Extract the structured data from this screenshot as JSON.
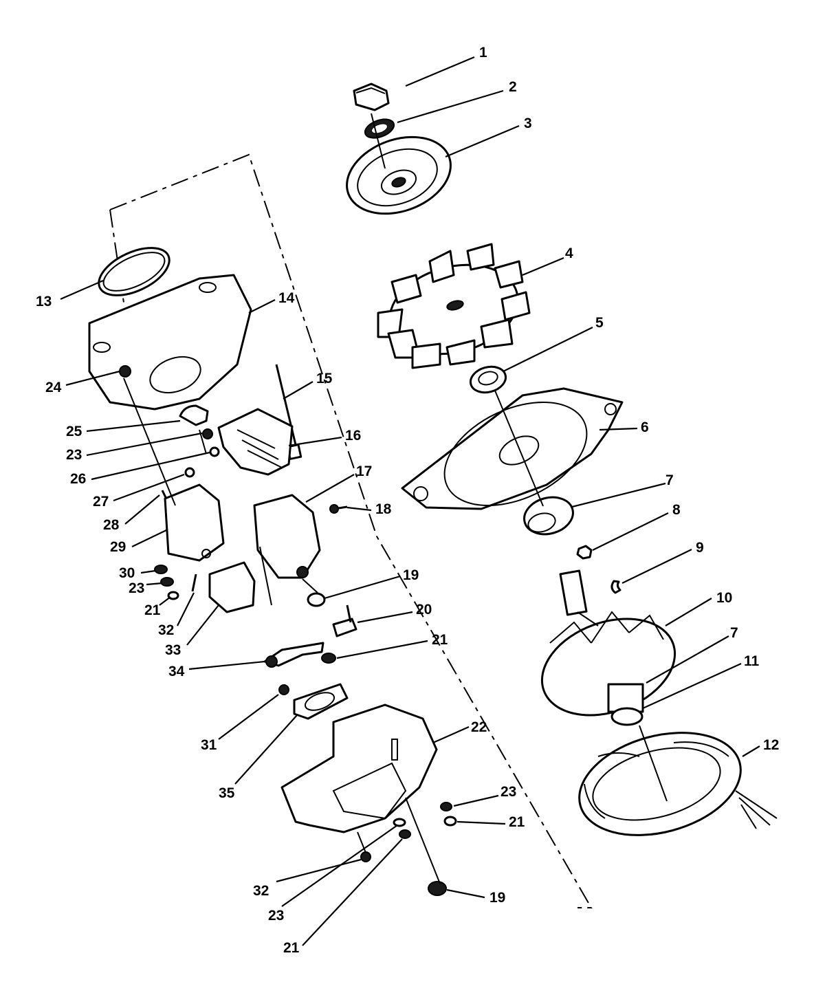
{
  "diagram": {
    "callouts": [
      {
        "id": "c1",
        "label": "1"
      },
      {
        "id": "c2",
        "label": "2"
      },
      {
        "id": "c3",
        "label": "3"
      },
      {
        "id": "c4",
        "label": "4"
      },
      {
        "id": "c5",
        "label": "5"
      },
      {
        "id": "c6",
        "label": "6"
      },
      {
        "id": "c7a",
        "label": "7"
      },
      {
        "id": "c8",
        "label": "8"
      },
      {
        "id": "c9",
        "label": "9"
      },
      {
        "id": "c10",
        "label": "10"
      },
      {
        "id": "c7b",
        "label": "7"
      },
      {
        "id": "c11",
        "label": "11"
      },
      {
        "id": "c12",
        "label": "12"
      },
      {
        "id": "c13",
        "label": "13"
      },
      {
        "id": "c14",
        "label": "14"
      },
      {
        "id": "c15",
        "label": "15"
      },
      {
        "id": "c16",
        "label": "16"
      },
      {
        "id": "c17",
        "label": "17"
      },
      {
        "id": "c18",
        "label": "18"
      },
      {
        "id": "c19a",
        "label": "19"
      },
      {
        "id": "c20",
        "label": "20"
      },
      {
        "id": "c21a",
        "label": "21"
      },
      {
        "id": "c22",
        "label": "22"
      },
      {
        "id": "c23a",
        "label": "23"
      },
      {
        "id": "c21b",
        "label": "21"
      },
      {
        "id": "c19b",
        "label": "19"
      },
      {
        "id": "c24",
        "label": "24"
      },
      {
        "id": "c25",
        "label": "25"
      },
      {
        "id": "c23b",
        "label": "23"
      },
      {
        "id": "c26",
        "label": "26"
      },
      {
        "id": "c27",
        "label": "27"
      },
      {
        "id": "c28",
        "label": "28"
      },
      {
        "id": "c29",
        "label": "29"
      },
      {
        "id": "c30",
        "label": "30"
      },
      {
        "id": "c23c",
        "label": "23"
      },
      {
        "id": "c21c",
        "label": "21"
      },
      {
        "id": "c32a",
        "label": "32"
      },
      {
        "id": "c33",
        "label": "33"
      },
      {
        "id": "c34",
        "label": "34"
      },
      {
        "id": "c31",
        "label": "31"
      },
      {
        "id": "c35",
        "label": "35"
      },
      {
        "id": "c32b",
        "label": "32"
      },
      {
        "id": "c23d",
        "label": "23"
      },
      {
        "id": "c21d",
        "label": "21"
      }
    ]
  }
}
